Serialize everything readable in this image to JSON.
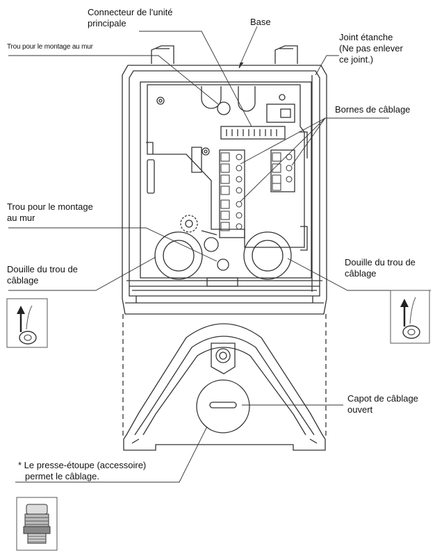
{
  "labels": {
    "main_connector": [
      "Connecteur de l'unité",
      "principale"
    ],
    "base": "Base",
    "seal": [
      "Joint étanche",
      "(Ne pas enlever",
      "ce joint.)"
    ],
    "wall_hole_top": "Trou pour le montage au mur",
    "terminals": "Bornes de câblage",
    "wall_hole_mid": [
      "Trou pour le montage",
      "au mur"
    ],
    "grommet_left": [
      "Douille du trou de",
      "câblage"
    ],
    "grommet_right": [
      "Douille du trou de",
      "câblage"
    ],
    "cover_open": [
      "Capot de câblage",
      "ouvert"
    ],
    "gland_note": [
      "* Le presse-étoupe (accessoire)",
      "permet le câblage."
    ]
  },
  "icons": {
    "left_inset": "cable-arrow-icon",
    "right_inset": "cable-arrow-icon",
    "gland": "cable-gland-icon"
  }
}
